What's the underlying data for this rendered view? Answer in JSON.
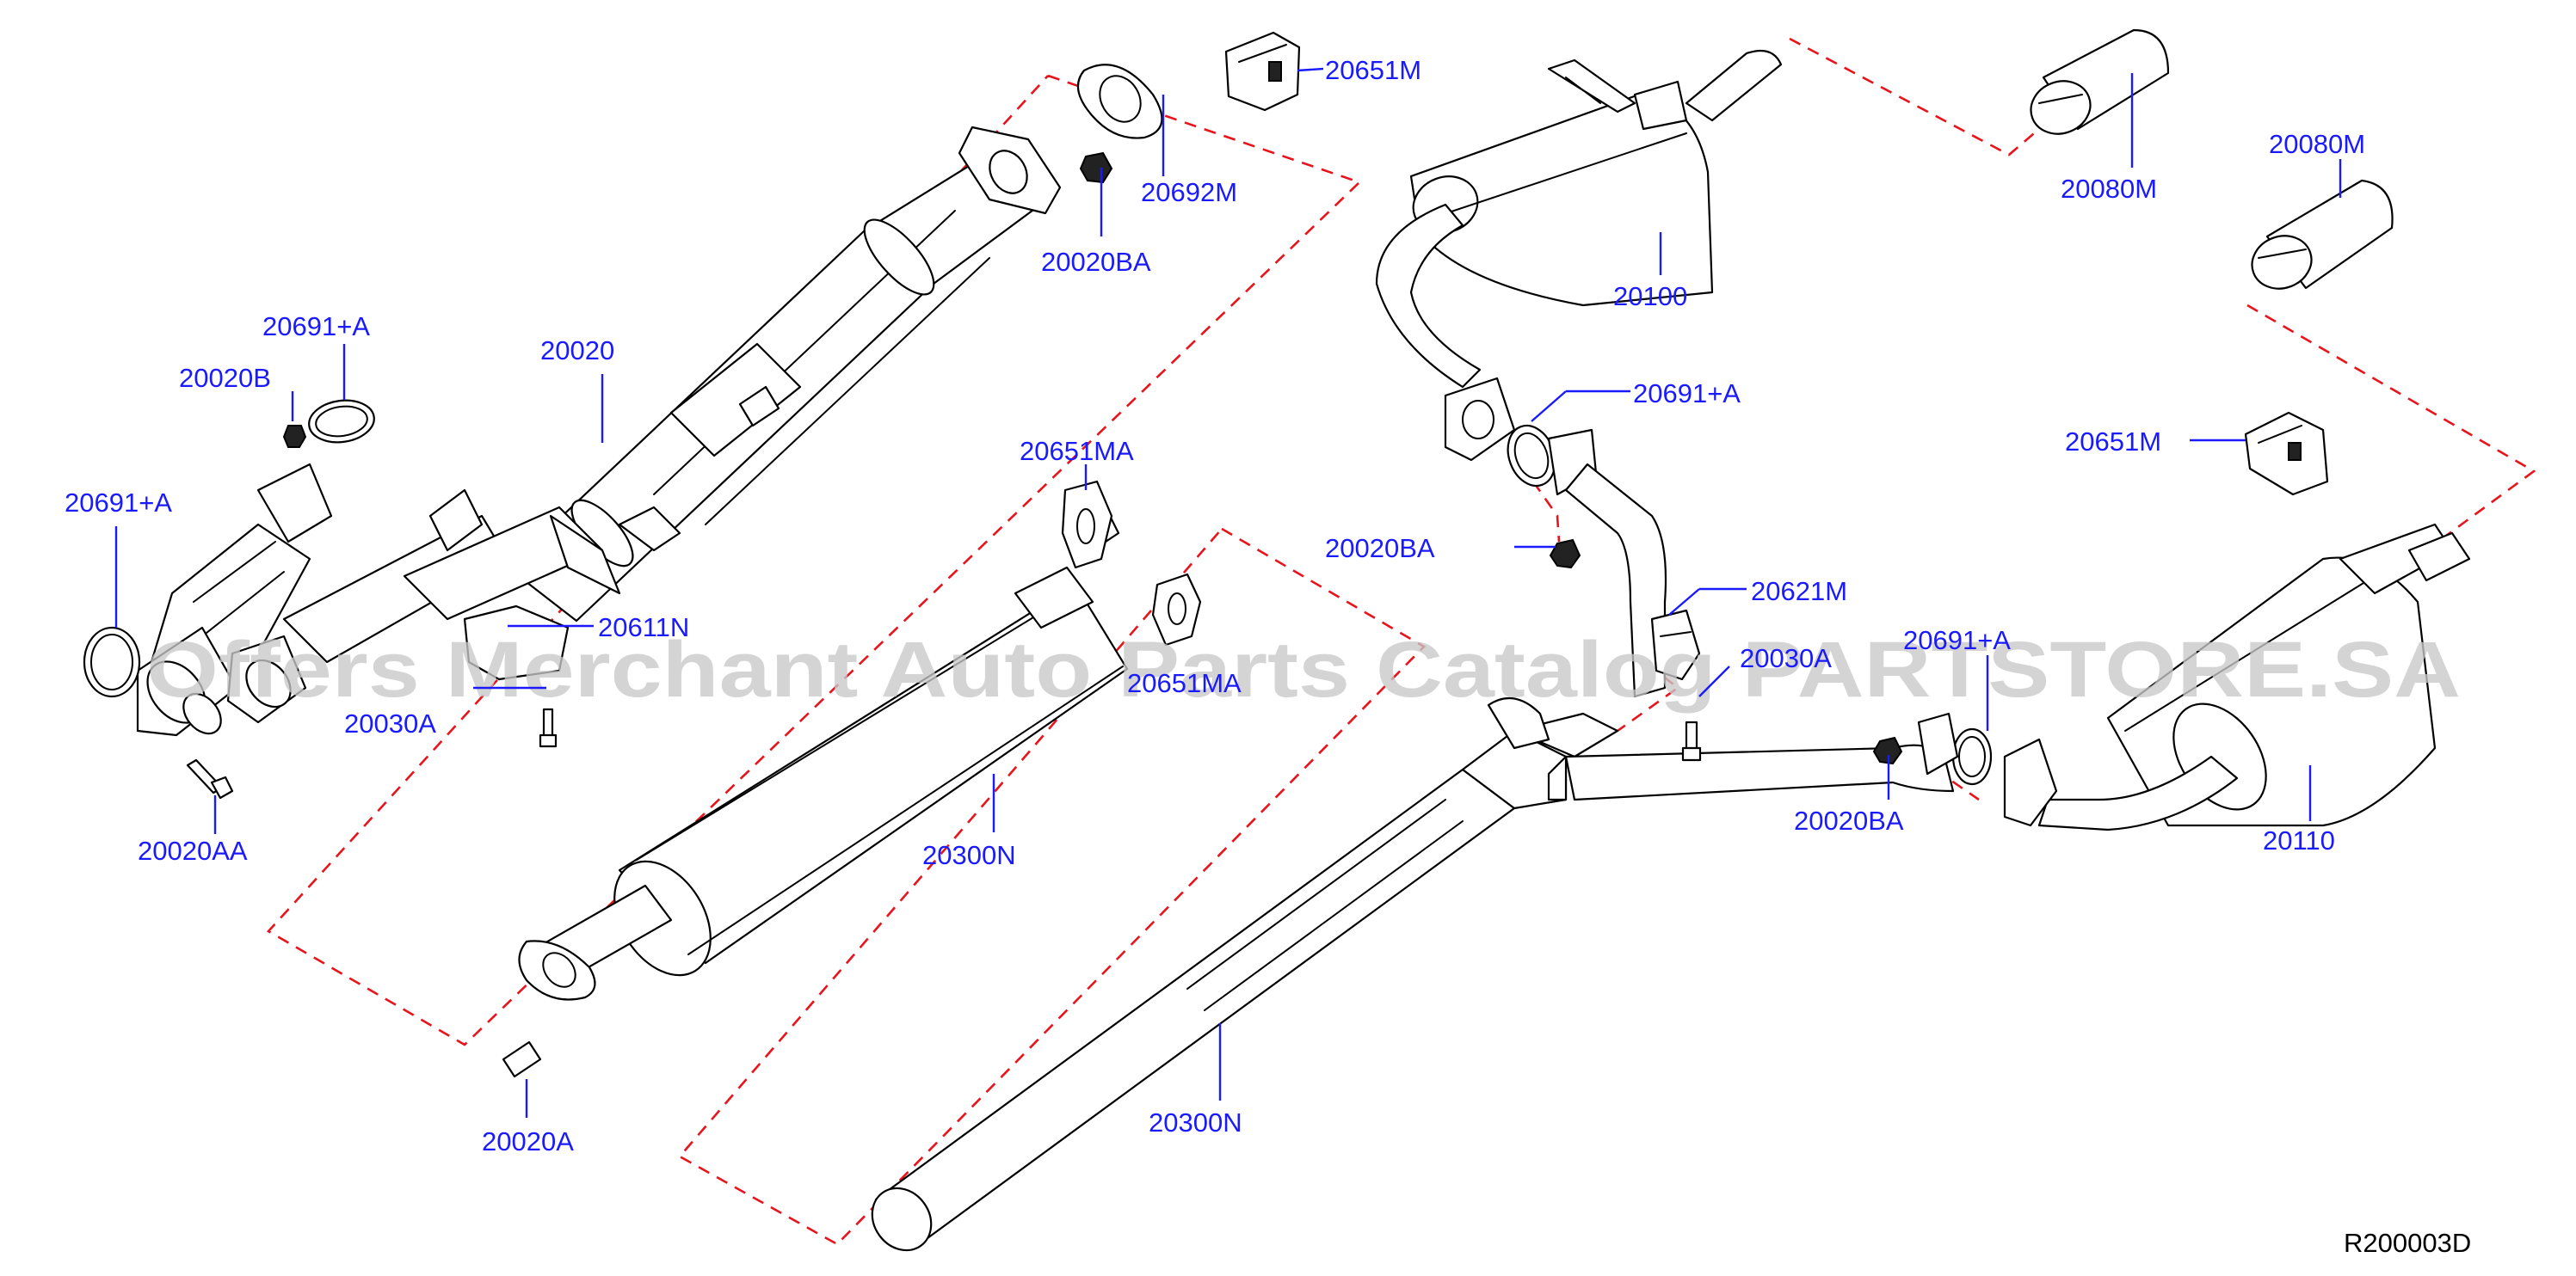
{
  "diagram": {
    "reference_code": "R200003D",
    "watermark": "Offers Merchant Auto Parts Catalog PARTSTORE.SA",
    "callouts": {
      "c_20651M_top": "20651M",
      "c_20692M": "20692M",
      "c_20020BA_top": "20020BA",
      "c_20691A_left_top": "20691+A",
      "c_20020B": "20020B",
      "c_20020": "20020",
      "c_20691A_left": "20691+A",
      "c_20611N": "20611N",
      "c_20030A_left": "20030A",
      "c_20020AA": "20020AA",
      "c_20651MA_top": "20651MA",
      "c_20651MA_mid": "20651MA",
      "c_20300N_upper": "20300N",
      "c_20300N_lower": "20300N",
      "c_20020A": "20020A",
      "c_20100": "20100",
      "c_20691A_mid": "20691+A",
      "c_20020BA_mid": "20020BA",
      "c_20621M": "20621M",
      "c_20030A_right": "20030A",
      "c_20691A_right": "20691+A",
      "c_20020BA_right": "20020BA",
      "c_20110": "20110",
      "c_20080M_top": "20080M",
      "c_20080M_right": "20080M",
      "c_20651M_right": "20651M"
    }
  }
}
